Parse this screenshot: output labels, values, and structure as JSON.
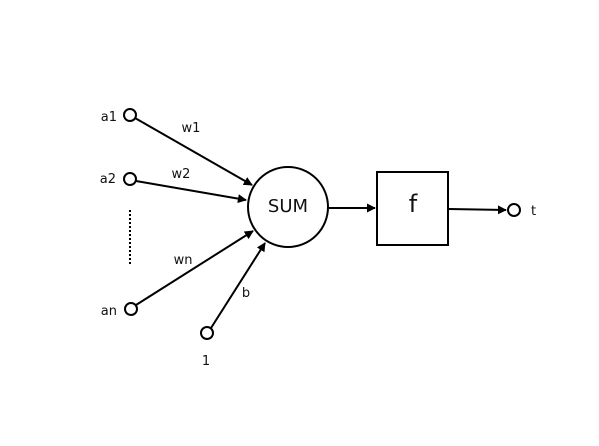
{
  "colors": {
    "stroke": "#000000",
    "background": "#ffffff",
    "text": "#111111"
  },
  "inputs": {
    "a1": "a1",
    "a2": "a2",
    "an": "an",
    "bias_input": "1"
  },
  "weights": {
    "w1": "w1",
    "w2": "w2",
    "wn": "wn",
    "b": "b"
  },
  "nodes": {
    "sum": "SUM",
    "activation": "f"
  },
  "output": {
    "label": "t"
  }
}
